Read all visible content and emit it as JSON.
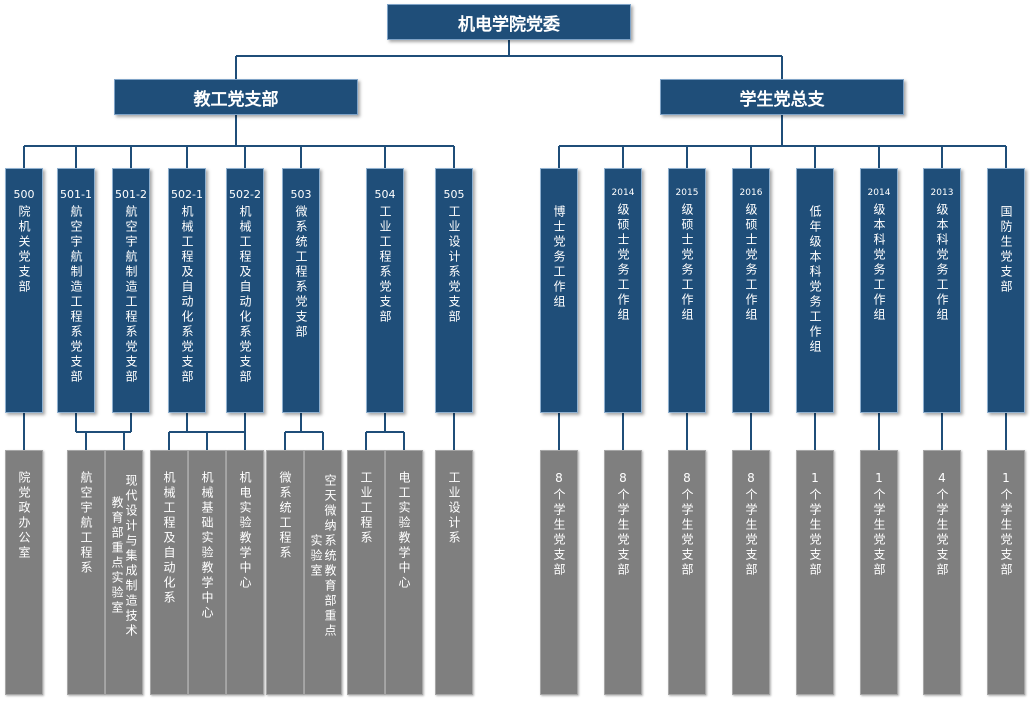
{
  "root": {
    "label": "机电学院党委"
  },
  "branches": [
    {
      "label": "教工党支部",
      "units": [
        {
          "code": "500",
          "name": "院机关党支部",
          "subs": [
            "院党政办公室"
          ]
        },
        {
          "code": "501-1",
          "name": "航空宇航制造工程系党支部",
          "subs": [
            "航空宇航工程系",
            "现代设计与集成制造技术教育部重点实验室"
          ]
        },
        {
          "code": "501-2",
          "name": "航空宇航制造工程系党支部",
          "subs": []
        },
        {
          "code": "502-1",
          "name": "机械工程及自动化系党支部",
          "subs": [
            "机械工程及自动化系",
            "机械基础实验教学中心",
            "机电实验教学中心"
          ]
        },
        {
          "code": "502-2",
          "name": "机械工程及自动化系党支部",
          "subs": []
        },
        {
          "code": "503",
          "name": "微系统工程系党支部",
          "subs": [
            "微系统工程系",
            "空天微纳系统教育部重点实验室"
          ]
        },
        {
          "code": "504",
          "name": "工业工程系党支部",
          "subs": [
            "工业工程系",
            "电工实验教学中心"
          ]
        },
        {
          "code": "505",
          "name": "工业设计系党支部",
          "subs": [
            "工业设计系"
          ]
        }
      ]
    },
    {
      "label": "学生党总支",
      "units": [
        {
          "code": "",
          "name": "博士党务工作组",
          "subs": [
            "8个学生党支部"
          ]
        },
        {
          "code": "2014",
          "name": "级硕士党务工作组",
          "subs": [
            "8个学生党支部"
          ]
        },
        {
          "code": "2015",
          "name": "级硕士党务工作组",
          "subs": [
            "8个学生党支部"
          ]
        },
        {
          "code": "2016",
          "name": "级硕士党务工作组",
          "subs": [
            "8个学生党支部"
          ]
        },
        {
          "code": "",
          "name": "低年级本科党务工作组",
          "subs": [
            "1个学生党支部"
          ]
        },
        {
          "code": "2014",
          "name": "级本科党务工作组",
          "subs": [
            "1个学生党支部"
          ]
        },
        {
          "code": "2013",
          "name": "级本科党务工作组",
          "subs": [
            "4个学生党支部"
          ]
        },
        {
          "code": "",
          "name": "国防生党支部",
          "subs": [
            "1个学生党支部"
          ]
        }
      ]
    }
  ],
  "colors": {
    "navy": "#1f4e79",
    "gray": "#7f7f7f",
    "line": "#1f4e79"
  }
}
